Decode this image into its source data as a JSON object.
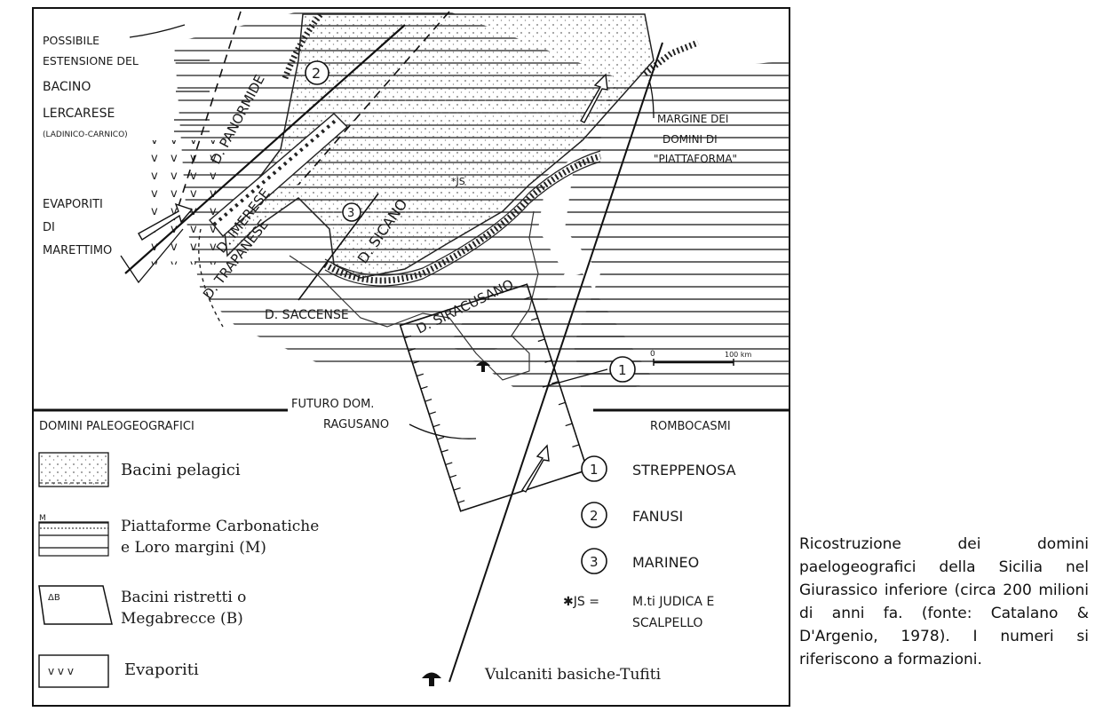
{
  "map": {
    "labels": {
      "possible_extension": [
        "POSSIBILE",
        "ESTENSIONE DEL",
        "BACINO",
        "LERCARESE",
        "(LADINICO-CARNICO)"
      ],
      "evaporites_marettimo": [
        "EVAPORITI",
        "DI",
        "MARETTIMO"
      ],
      "platform_margin": [
        "MARGINE DEI",
        "DOMINI DI",
        "\"PIATTAFORMA\""
      ],
      "future_domain": [
        "FUTURO DOM.",
        "RAGUSANO"
      ],
      "domain_panormide": "D. PANORMIDE",
      "domain_imerese": "D. IMERESE",
      "domain_trapanese": "D. TRAPANESE",
      "domain_sicano": "D. SICANO",
      "domain_saccense": "D. SACCENSE",
      "domain_siracusano": "D. SIRACUSANO",
      "js_marker": "*JS",
      "num_1": "1",
      "num_2": "2",
      "num_3": "3",
      "scale_start": "0",
      "scale_end": "100 km"
    }
  },
  "legend": {
    "left_title": "DOMINI PALEOGEOGRAFICI",
    "right_title": "ROMBOCASMI",
    "items": [
      {
        "label": "Bacini pelagici"
      },
      {
        "label_line1": "Piattaforme Carbonatiche",
        "label_line2": "e Loro margini (M)",
        "mark": "M"
      },
      {
        "label_line1": "Bacini ristretti o",
        "label_line2": "Megabrecce (B)",
        "mark": "ΔB"
      },
      {
        "label": "Evaporiti",
        "symbol": "v v v"
      }
    ],
    "rombocasmi": [
      {
        "num": "1",
        "name": "STREPPENOSA"
      },
      {
        "num": "2",
        "name": "FANUSI"
      },
      {
        "num": "3",
        "name": "MARINEO"
      }
    ],
    "js": {
      "code": "✱JS =",
      "line1": "M.ti JUDICA  E",
      "line2": "SCALPELLO"
    },
    "volcanics": "Vulcaniti basiche-Tufiti"
  },
  "caption": "Ricostruzione dei domini paelogeografici della Sicilia nel Giurassico inferiore (circa 200 milioni di anni fa. (fonte: Catalano & D'Argenio, 1978). I numeri si riferiscono a formazioni."
}
